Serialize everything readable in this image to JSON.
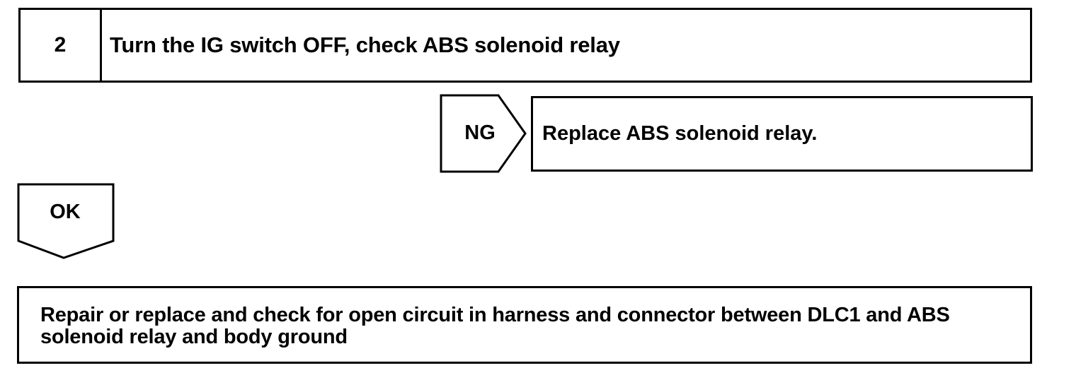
{
  "step": {
    "number": "2",
    "title": "Turn the IG switch OFF, check ABS solenoid relay"
  },
  "ng_branch": {
    "label": "NG",
    "action": "Replace ABS solenoid relay."
  },
  "ok_branch": {
    "label": "OK"
  },
  "final_action": {
    "text": "Repair or replace and check for open circuit in harness and connector between DLC1 and ABS solenoid relay and body ground"
  }
}
